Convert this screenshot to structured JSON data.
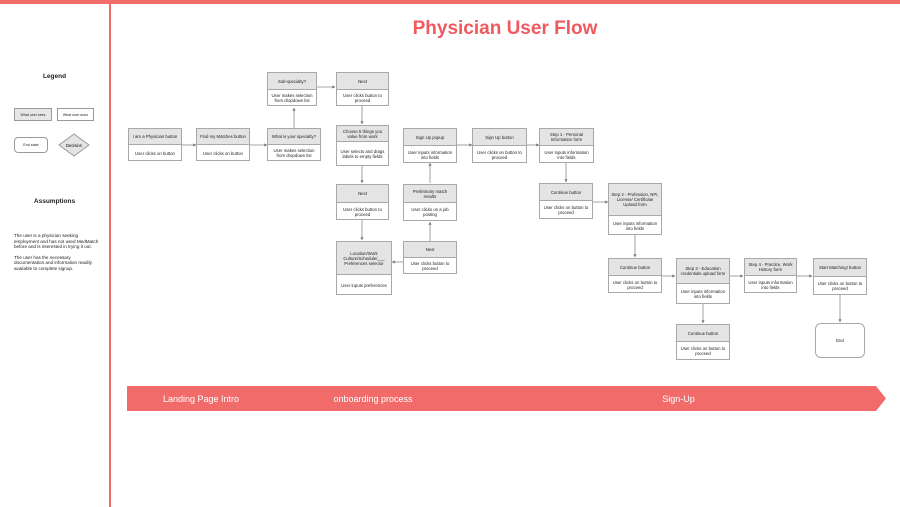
{
  "title": "Physician User Flow",
  "legend": {
    "title": "Legend",
    "user_sees": "What user sees",
    "user_does": "What user does",
    "end_state": "End state",
    "decision": "Decision"
  },
  "assumptions": {
    "title": "Assumptions",
    "items": [
      "The user is a physician seeking employment and has not used MedMatch before and is interested in trying it out.",
      "The user has the necessary documentation and information readily available to complete signup."
    ]
  },
  "nodes": [
    {
      "id": "n1",
      "head": "I am a Physician button",
      "body": "User clicks on button"
    },
    {
      "id": "n2",
      "head": "Find my Matches button",
      "body": "User clicks on button"
    },
    {
      "id": "n3",
      "head": "What is your specialty?",
      "body": "User makes selection from dropdown list"
    },
    {
      "id": "n4",
      "head": "Sub-specialty?",
      "body": "User makes selection from dropdown list"
    },
    {
      "id": "n5",
      "head": "Next",
      "body": "User clicks button to proceed"
    },
    {
      "id": "n6",
      "head": "Choose 5 things you value from work",
      "body": "User selects and drags labels to empty fields"
    },
    {
      "id": "n7",
      "head": "Next",
      "body": "User clicks button to proceed"
    },
    {
      "id": "n8",
      "head": "Location/Work Culture/Schedule/___ Preferences selector",
      "body": "User inputs preferences"
    },
    {
      "id": "n9",
      "head": "Next",
      "body": "User clicks button to proceed"
    },
    {
      "id": "n10",
      "head": "Preliminary match results",
      "body": "User clicks on a job posting"
    },
    {
      "id": "n11",
      "head": "Sign Up popup",
      "body": "User inputs information into fields"
    },
    {
      "id": "n12",
      "head": "Sign Up button",
      "body": "User clicks on button to proceed"
    },
    {
      "id": "n13",
      "head": "Step 1 - Personal Information form",
      "body": "User inputs information into fields"
    },
    {
      "id": "n14",
      "head": "Continue button",
      "body": "User clicks on button to proceed"
    },
    {
      "id": "n15",
      "head": "Step 2 - Profession, NPI, License/ Certificate Upload form",
      "body": "User inputs information into fields"
    },
    {
      "id": "n16",
      "head": "Continue button",
      "body": "User clicks on button to proceed"
    },
    {
      "id": "n17",
      "head": "Step 3 - Education credentials upload form",
      "body": "User inputs information into fields"
    },
    {
      "id": "n18",
      "head": "Continue button",
      "body": "User clicks on button to proceed"
    },
    {
      "id": "n19",
      "head": "Step 4 - Practice, Work History form",
      "body": "User inputs information into fields"
    },
    {
      "id": "n20",
      "head": "Start Matching! button",
      "body": "User clicks on button to proceed"
    }
  ],
  "end_label": "End",
  "phases": [
    "Landing Page Intro",
    "onboarding process",
    "Sign-Up"
  ],
  "colors": {
    "accent": "#f26b6b",
    "title": "#ef5a5f",
    "node_header": "#e4e4e4",
    "border": "#a8a8a8"
  }
}
